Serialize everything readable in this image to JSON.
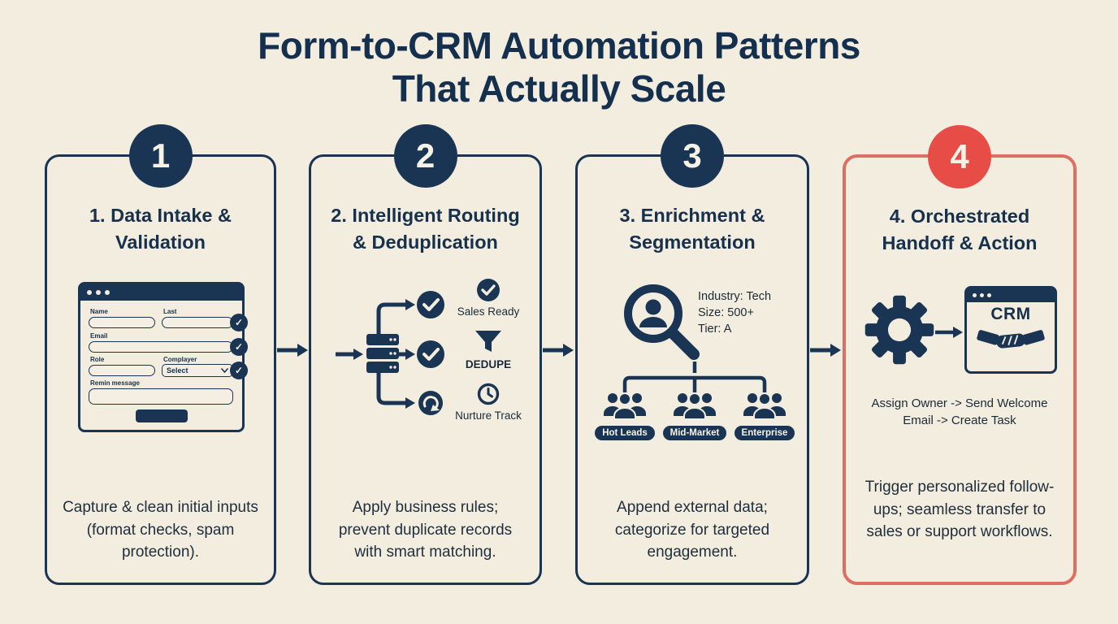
{
  "title": {
    "line1": "Form-to-CRM Automation Patterns",
    "line2": "That Actually Scale"
  },
  "colors": {
    "background": "#f2edde",
    "navy": "#1a3453",
    "red_badge": "#e84c46",
    "card4_border": "#dd6e62",
    "text_dark": "#1a2a38"
  },
  "icons": {
    "check-icon": "circle with white checkmark",
    "refresh-icon": "circle with white sync arrows",
    "funnel-icon": "filter funnel",
    "clock-icon": "clock outline",
    "server-icon": "stacked server bars",
    "magnifier-person-icon": "magnifying glass over person",
    "people-group-icon": "three person silhouettes",
    "gear-icon": "cog wheel",
    "handshake-icon": "shaking hands",
    "window-dots": "browser traffic dots",
    "arrow-right-icon": "right arrow"
  },
  "cards": [
    {
      "number": "1",
      "title": "1. Data Intake & Validation",
      "description": "Capture & clean initial inputs (format checks, spam protection).",
      "form": {
        "fields": {
          "name": "Name",
          "last": "Last",
          "email": "Email",
          "role": "Role",
          "complayer": "Complayer",
          "select": "Select",
          "remin": "Remin message"
        },
        "check": "✓"
      }
    },
    {
      "number": "2",
      "title": "2. Intelligent Routing & Deduplication",
      "description": "Apply business rules; prevent duplicate records with smart matching.",
      "labels": {
        "sales_ready": "Sales Ready",
        "dedupe": "DEDUPE",
        "nurture": "Nurture Track"
      }
    },
    {
      "number": "3",
      "title": "3. Enrichment & Segmentation",
      "description": "Append external data; categorize for targeted engagement.",
      "enrichment": [
        "Industry: Tech",
        "Size: 500+",
        "Tier: A"
      ],
      "segments": [
        "Hot Leads",
        "Mid-Market",
        "Enterprise"
      ]
    },
    {
      "number": "4",
      "title": "4. Orchestrated Handoff & Action",
      "description": "Trigger personalized follow-ups; seamless transfer to sales or support workflows.",
      "crm_label": "CRM",
      "workflow": "Assign Owner -> Send Welcome Email -> Create Task"
    }
  ]
}
